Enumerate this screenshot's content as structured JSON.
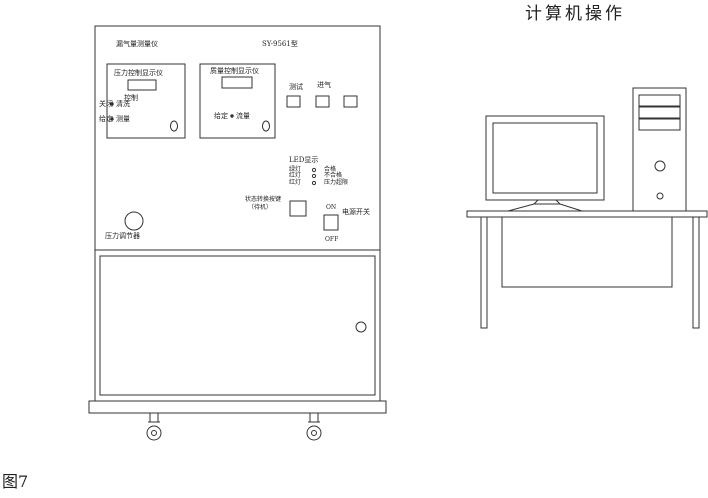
{
  "figure_title": "计算机操作",
  "figure_label": "图7",
  "instrument": {
    "name": "漏气量测量仪",
    "model": "SY-9561型",
    "pressure_panel": {
      "title": "压力控制显示仪",
      "control_label": "控制",
      "close_label": "关闭",
      "clear_label": "清洗",
      "set_label": "给定",
      "measure_label": "测量"
    },
    "mass_panel": {
      "title": "质量控制显示仪",
      "set_label": "给定",
      "flow_label": "流量"
    },
    "buttons": {
      "test_label": "测试",
      "intake_label": "进气"
    },
    "led": {
      "title": "LED显示",
      "rows": [
        {
          "color": "绿灯",
          "meaning": "合格"
        },
        {
          "color": "红灯",
          "meaning": "不合格"
        },
        {
          "color": "红灯",
          "meaning": "压力超限"
        }
      ]
    },
    "mode_switch": {
      "line1": "状态转换按键",
      "line2": "（待机）"
    },
    "power": {
      "on": "ON",
      "off": "OFF",
      "label": "电源开关"
    },
    "knob_label": "压力调节器"
  }
}
